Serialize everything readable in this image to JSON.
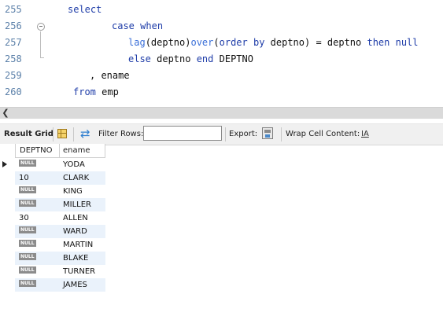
{
  "editor": {
    "lines": [
      {
        "num": "255",
        "indent": 86,
        "tokens": [
          {
            "t": "select",
            "c": "kw"
          }
        ]
      },
      {
        "num": "256",
        "indent": 142,
        "tokens": [
          {
            "t": "case",
            "c": "kw"
          },
          {
            "t": " ",
            "c": "tx"
          },
          {
            "t": "when",
            "c": "kw"
          }
        ]
      },
      {
        "num": "257",
        "indent": 163,
        "tokens": [
          {
            "t": "lag",
            "c": "fn"
          },
          {
            "t": "(deptno)",
            "c": "tx"
          },
          {
            "t": "over",
            "c": "fn"
          },
          {
            "t": "(",
            "c": "tx"
          },
          {
            "t": "order by",
            "c": "kw"
          },
          {
            "t": " deptno) = deptno ",
            "c": "tx"
          },
          {
            "t": "then",
            "c": "kw"
          },
          {
            "t": " ",
            "c": "tx"
          },
          {
            "t": "null",
            "c": "kw"
          }
        ]
      },
      {
        "num": "258",
        "indent": 163,
        "tokens": [
          {
            "t": "else",
            "c": "kw"
          },
          {
            "t": " deptno ",
            "c": "tx"
          },
          {
            "t": "end",
            "c": "kw"
          },
          {
            "t": " DEPTNO",
            "c": "tx"
          }
        ]
      },
      {
        "num": "259",
        "indent": 114,
        "tokens": [
          {
            "t": ", ename",
            "c": "tx"
          }
        ]
      },
      {
        "num": "260",
        "indent": 93,
        "tokens": [
          {
            "t": "from",
            "c": "kw"
          },
          {
            "t": " emp",
            "c": "tx"
          }
        ]
      }
    ]
  },
  "toolbar": {
    "result_grid_label": "Result Grid",
    "filter_rows_label": "Filter Rows:",
    "filter_value": "",
    "export_label": "Export:",
    "wrap_label": "Wrap Cell Content:",
    "wrap_icon_text": "IA"
  },
  "grid": {
    "columns": [
      "DEPTNO",
      "ename"
    ],
    "null_text": "NULL",
    "rows": [
      {
        "deptno": null,
        "ename": "YODA"
      },
      {
        "deptno": "10",
        "ename": "CLARK"
      },
      {
        "deptno": null,
        "ename": "KING"
      },
      {
        "deptno": null,
        "ename": "MILLER"
      },
      {
        "deptno": "30",
        "ename": "ALLEN"
      },
      {
        "deptno": null,
        "ename": "WARD"
      },
      {
        "deptno": null,
        "ename": "MARTIN"
      },
      {
        "deptno": null,
        "ename": "BLAKE"
      },
      {
        "deptno": null,
        "ename": "TURNER"
      },
      {
        "deptno": null,
        "ename": "JAMES"
      }
    ]
  }
}
